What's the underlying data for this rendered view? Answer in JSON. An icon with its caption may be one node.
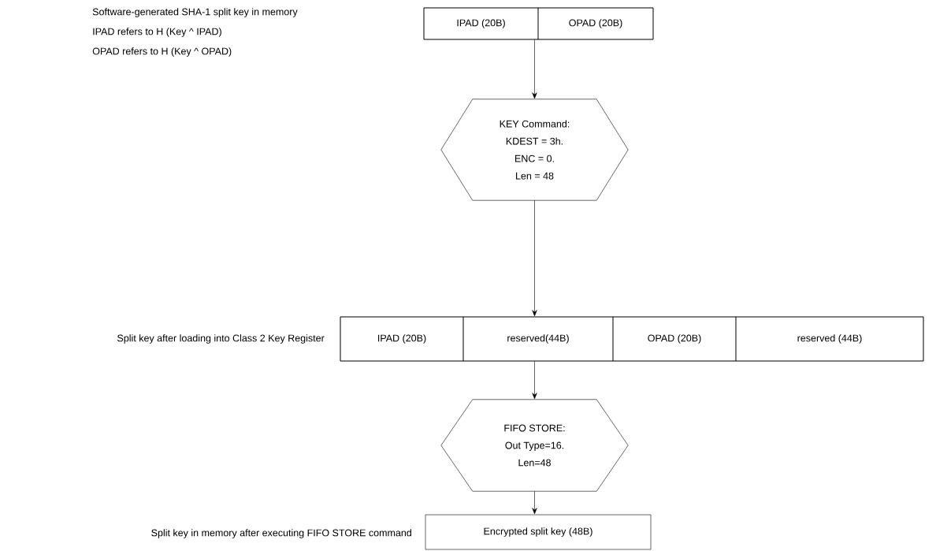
{
  "diagram": {
    "nodes": [
      {
        "text": [],
        "shape": "box",
        "beside": [
          "Software-generated SHA-1 split key in memory",
          "IPAD refers to H (Key ^ IPAD)",
          "OPAD refers to H (Key ^ OPAD)"
        ]
      },
      {
        "text": [
          "IPAD (20B)"
        ],
        "in": 0
      },
      {
        "text": [
          "OPAD (20B)"
        ],
        "in": 0
      },
      {
        "text": [
          "KEY Command:",
          "KDEST = 3h.",
          "ENC = 0.",
          "Len = 48"
        ]
      },
      {
        "text": [],
        "shape": "box",
        "beside": [
          "Split key after loading into Class 2 Key Register"
        ]
      },
      {
        "text": [
          "IPAD (20B)"
        ],
        "in": 4
      },
      {
        "text": [
          "reserved(44B)"
        ],
        "in": 4
      },
      {
        "text": [
          "OPAD (20B)"
        ],
        "in": 4
      },
      {
        "text": [
          "reserved (44B)"
        ],
        "in": 4
      },
      {
        "text": [
          "FIFO STORE:",
          "Out Type=16.",
          "Len=48"
        ]
      },
      {
        "text": [
          "Encrypted split key (48B)"
        ],
        "beside": [
          "Split key in memory after executing FIFO STORE command"
        ]
      }
    ],
    "edges": [
      {
        "from": 0,
        "to": 3,
        "arrow": "to"
      },
      {
        "from": 3,
        "to": 4,
        "arrow": "to"
      },
      {
        "from": 4,
        "to": 9,
        "arrow": "to"
      },
      {
        "from": 9,
        "to": 10,
        "arrow": "to"
      }
    ]
  }
}
